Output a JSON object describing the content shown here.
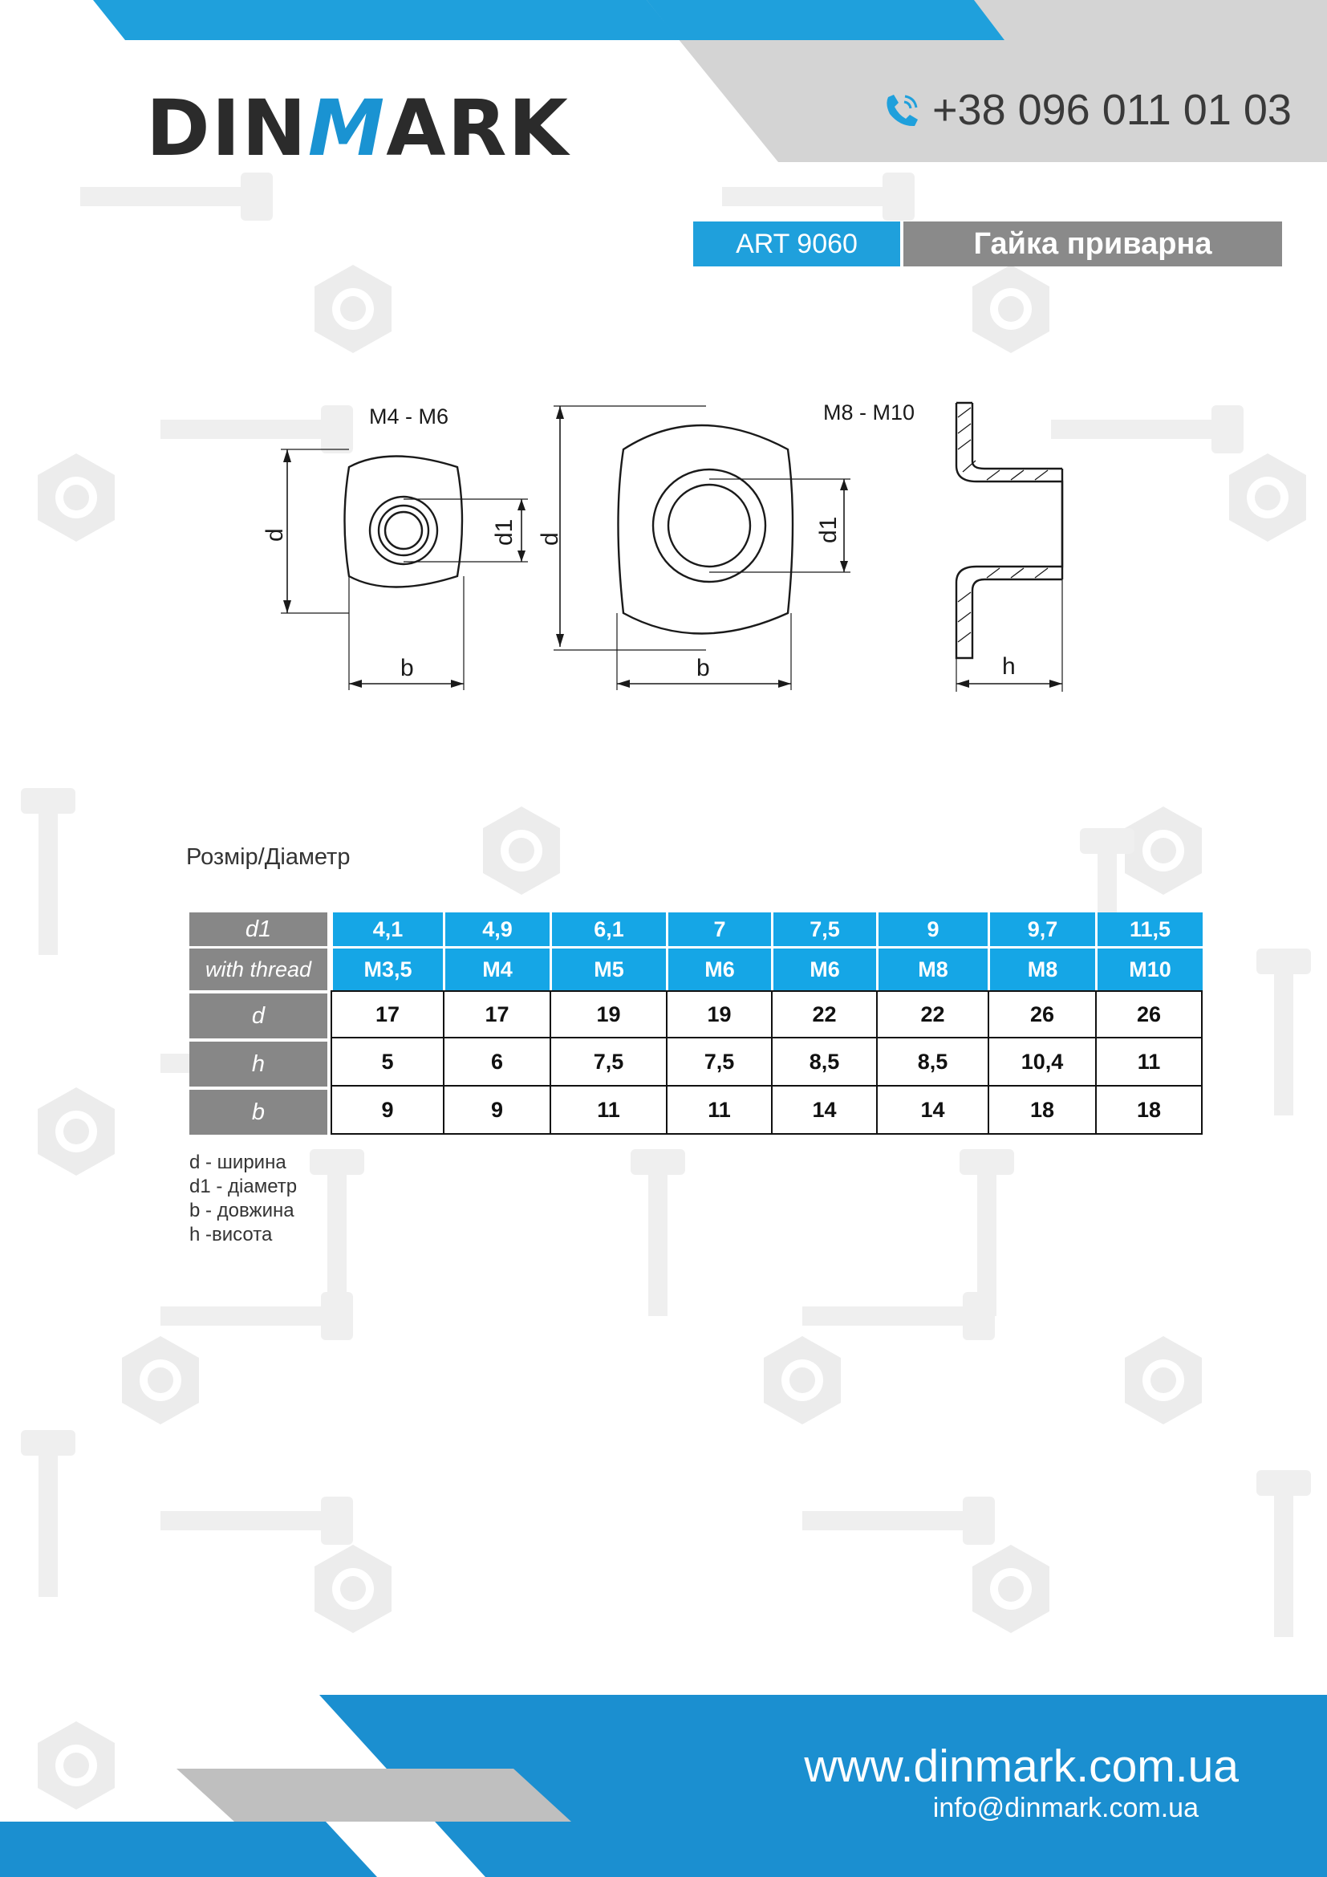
{
  "header": {
    "logo_left": "DIN",
    "logo_accent": "M",
    "logo_right": "ARK",
    "phone_icon": "phone-icon",
    "phone": "+38 096 011 01 03"
  },
  "product": {
    "art": "ART 9060",
    "title": "Гайка приварна"
  },
  "drawing": {
    "small_label": "M4 - M6",
    "large_label": "M8 - M10",
    "dim_d": "d",
    "dim_d1": "d1",
    "dim_b": "b",
    "dim_h": "h"
  },
  "table": {
    "caption": "Розмір/Діаметр",
    "rows": [
      {
        "label": "d1",
        "values": [
          "4,1",
          "4,9",
          "6,1",
          "7",
          "7,5",
          "9",
          "9,7",
          "11,5"
        ]
      },
      {
        "label": "with thread",
        "values": [
          "M3,5",
          "M4",
          "M5",
          "M6",
          "M6",
          "M8",
          "M8",
          "M10"
        ]
      },
      {
        "label": "d",
        "values": [
          "17",
          "17",
          "19",
          "19",
          "22",
          "22",
          "26",
          "26"
        ]
      },
      {
        "label": "h",
        "values": [
          "5",
          "6",
          "7,5",
          "7,5",
          "8,5",
          "8,5",
          "10,4",
          "11"
        ]
      },
      {
        "label": "b",
        "values": [
          "9",
          "9",
          "11",
          "11",
          "14",
          "14",
          "18",
          "18"
        ]
      }
    ]
  },
  "legend": [
    "d - ширина",
    "d1 - діаметр",
    "b - довжина",
    "h -висота"
  ],
  "footer": {
    "website": "www.dinmark.com.ua",
    "email": "info@dinmark.com.ua"
  },
  "colors": {
    "brand_blue": "#1fa0dc",
    "header_blue": "#15a6e6",
    "label_gray": "#878787",
    "dark": "#2b2b2b"
  }
}
